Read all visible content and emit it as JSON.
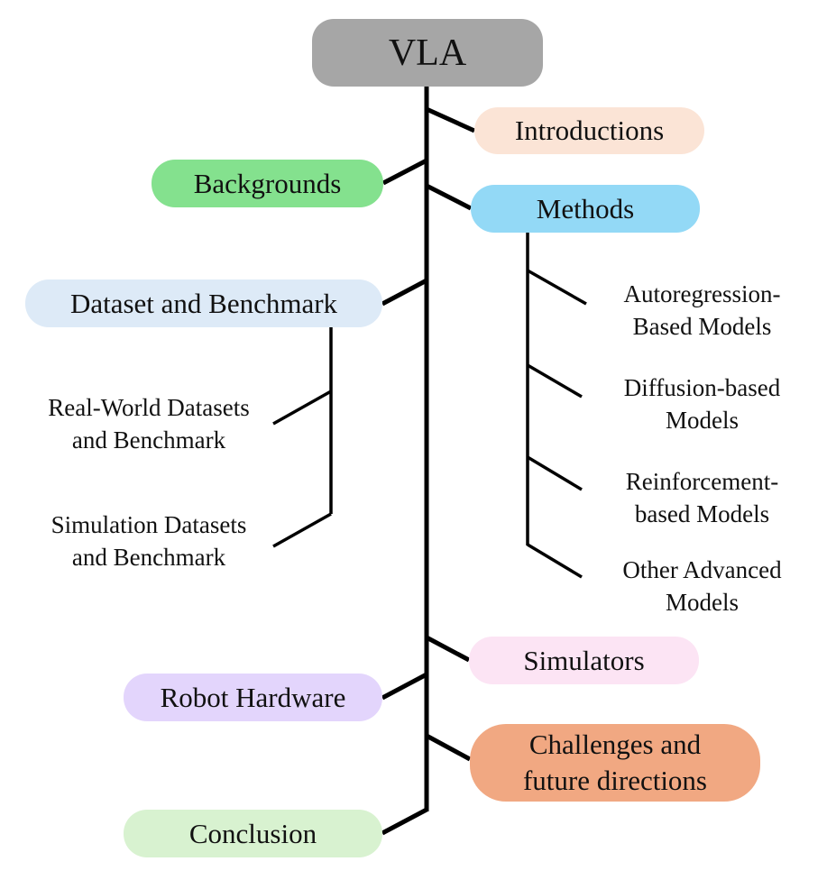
{
  "colors": {
    "root": "#a6a6a6",
    "introductions": "#fbe4d6",
    "backgrounds": "#84e18e",
    "methods": "#93d9f6",
    "dataset": "#ddeaf7",
    "simulators": "#fce4f4",
    "robot_hardware": "#e3d5fc",
    "challenges": "#f1a882",
    "conclusion": "#d8f2d0",
    "line": "#000000"
  },
  "root": {
    "label": "VLA"
  },
  "sections": {
    "introductions": "Introductions",
    "backgrounds": "Backgrounds",
    "methods": "Methods",
    "dataset": "Dataset and Benchmark",
    "simulators": "Simulators",
    "robot_hardware": "Robot Hardware",
    "challenges": {
      "line1": "Challenges and",
      "line2": "future directions"
    },
    "conclusion": "Conclusion"
  },
  "methods_children": [
    {
      "line1": "Autoregression-",
      "line2": "Based Models"
    },
    {
      "line1": "Diffusion-based",
      "line2": "Models"
    },
    {
      "line1": "Reinforcement-",
      "line2": "based Models"
    },
    {
      "line1": "Other Advanced",
      "line2": "Models"
    }
  ],
  "dataset_children": [
    {
      "line1": "Real-World Datasets",
      "line2": "and Benchmark"
    },
    {
      "line1": "Simulation Datasets",
      "line2": "and Benchmark"
    }
  ]
}
